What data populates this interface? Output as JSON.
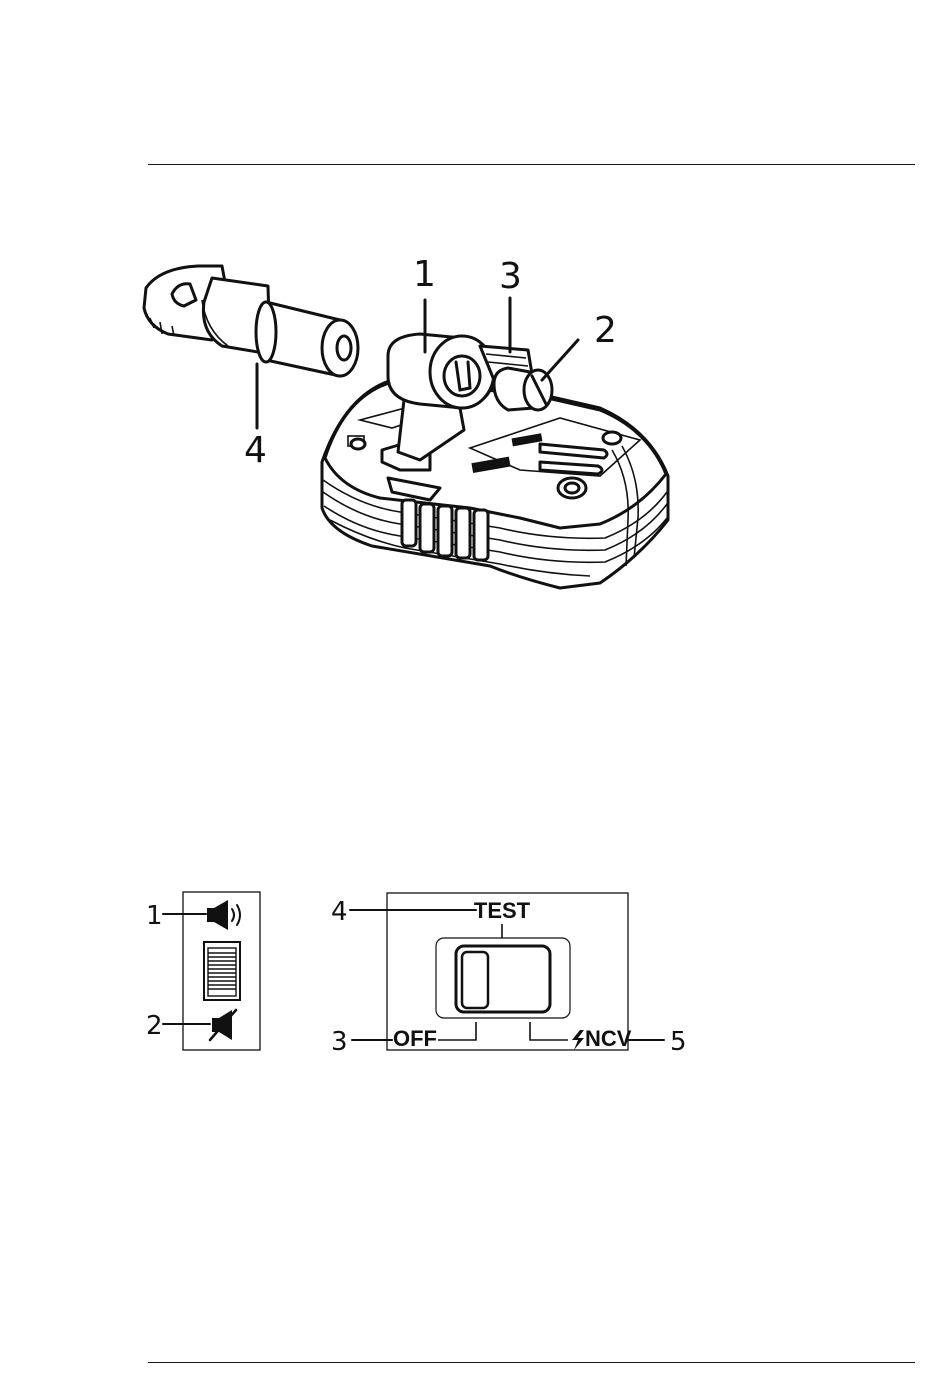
{
  "figure1": {
    "callouts": [
      "1",
      "2",
      "3",
      "4"
    ]
  },
  "figure2": {
    "sound_panel": {
      "callouts": [
        "1",
        "2"
      ],
      "icons": [
        "speaker-on-icon",
        "speaker-muted-icon"
      ]
    },
    "mode_switch_panel": {
      "labels": {
        "top": "TEST",
        "left": "OFF",
        "right": "NCV"
      },
      "callouts": [
        "4",
        "3",
        "5"
      ],
      "icons": [
        "lightning-icon"
      ]
    }
  }
}
